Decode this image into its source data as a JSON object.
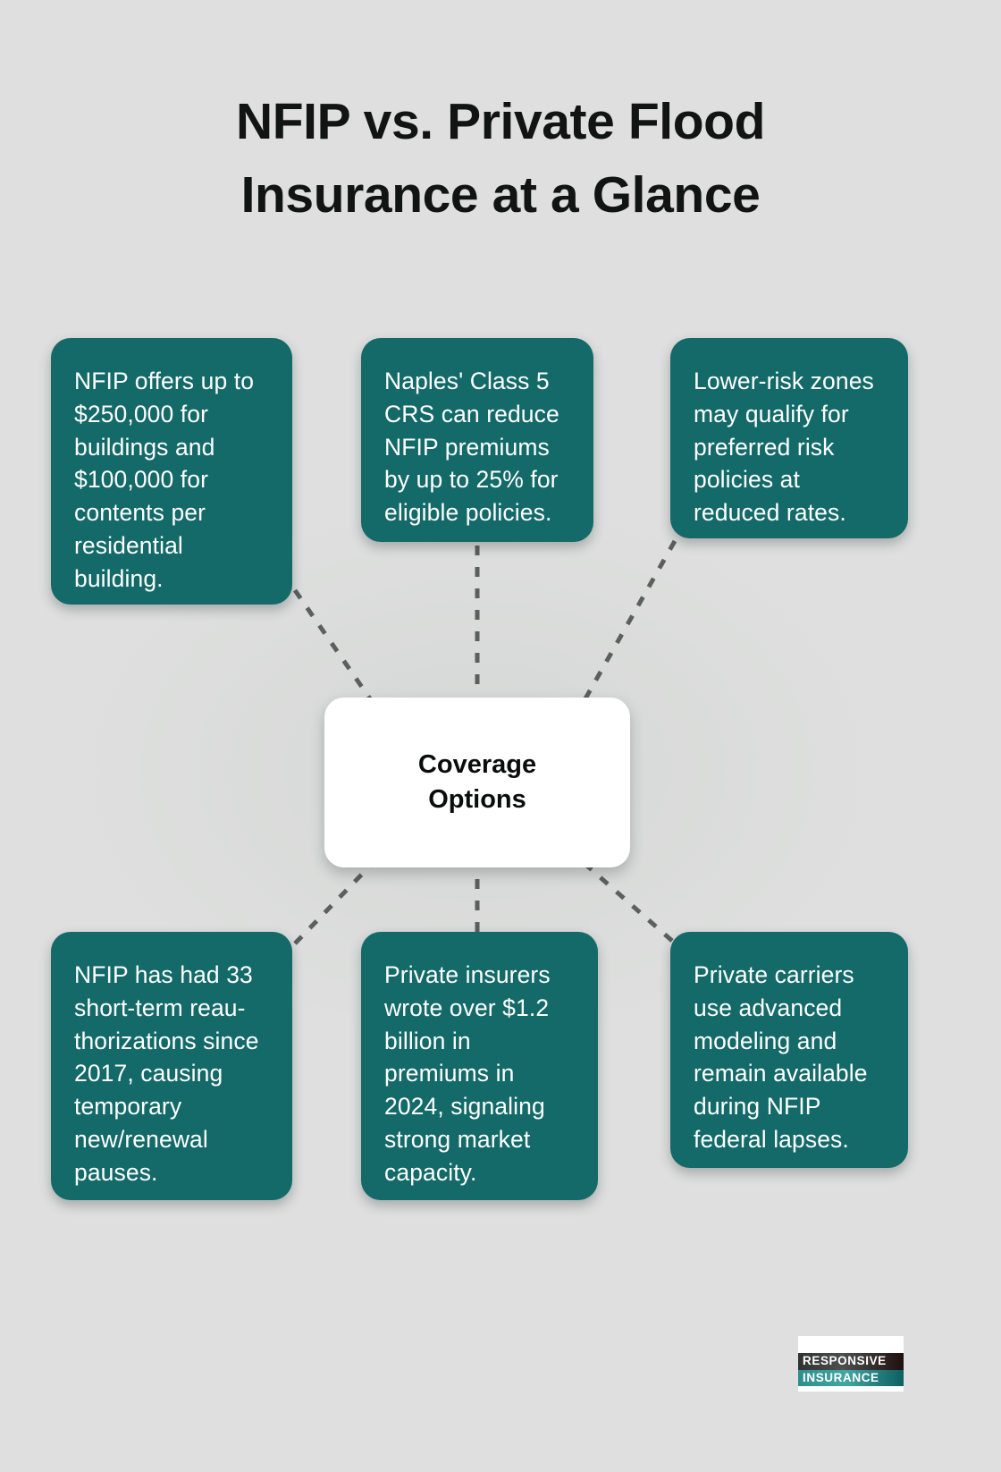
{
  "page": {
    "background_color": "#dedfde",
    "accent_color": "#136a69",
    "title": "NFIP vs. Private Flood\nInsurance at a Glance"
  },
  "hub": {
    "label": "Coverage\nOptions",
    "background_color": "#ffffff"
  },
  "cards": [
    {
      "id": "card-tl",
      "position": "top-left",
      "text": "NFIP offers up to\n$250,000 for\nbuildings and\n$100,000 for\ncontents per\nresidential\nbuilding."
    },
    {
      "id": "card-tm",
      "position": "top-middle",
      "text": "Naples' Class 5\nCRS can reduce\nNFIP premiums\nby up to 25% for\neligible policies."
    },
    {
      "id": "card-tr",
      "position": "top-right",
      "text": "Lower-risk zones\nmay qualify for\npreferred risk\npolicies at\nreduced rates."
    },
    {
      "id": "card-bl",
      "position": "bottom-left",
      "text": "NFIP has had 33\nshort-term reau-\nthorizations since\n2017, causing\ntemporary\nnew/renewal\npauses."
    },
    {
      "id": "card-bm",
      "position": "bottom-middle",
      "text": "Private insurers\nwrote over $1.2\nbillion in\npremiums in\n2024, signaling\nstrong market\ncapacity."
    },
    {
      "id": "card-br",
      "position": "bottom-right",
      "text": "Private carriers\nuse advanced\nmodeling and\nremain available\nduring NFIP\nfederal lapses."
    }
  ],
  "logo": {
    "line1": "RESPONSIVE",
    "line2": "INSURANCE"
  }
}
